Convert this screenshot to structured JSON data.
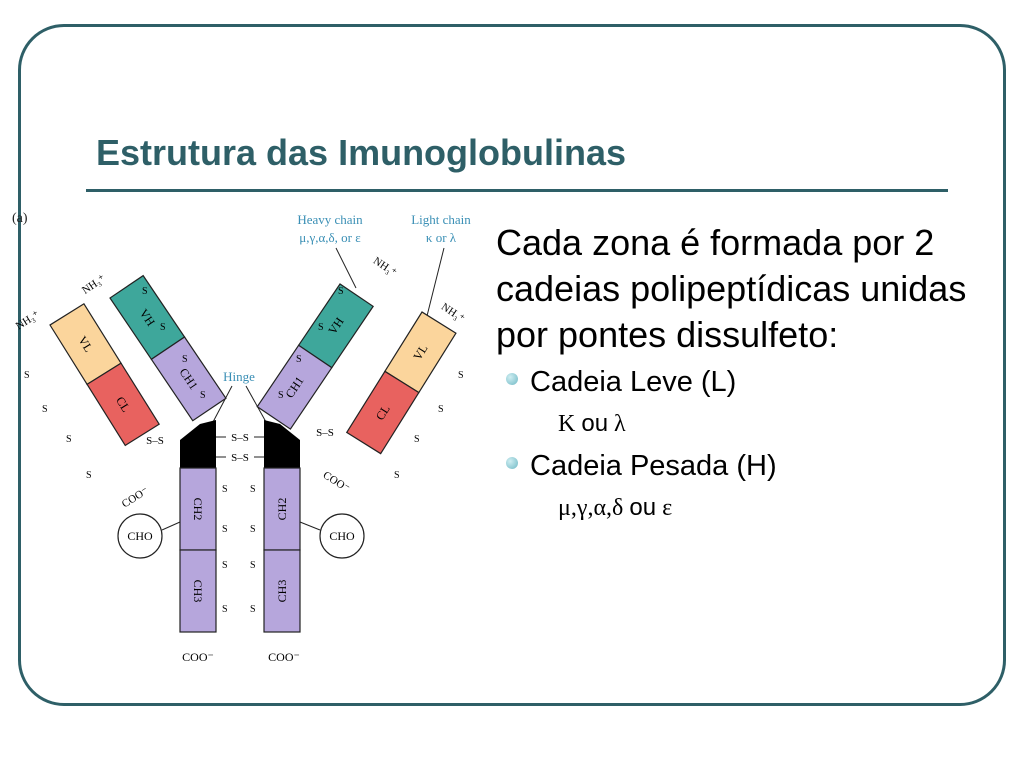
{
  "slide": {
    "title": "Estrutura das Imunoglobulinas",
    "main_text": "Cada zona é formada por 2 cadeias polipeptídicas unidas por pontes dissulfeto:",
    "bullets": [
      {
        "label": "Cadeia Leve (L)",
        "symbols": "Κ",
        "connector": "ou",
        "symbols_after": "λ"
      },
      {
        "label": "Cadeia Pesada (H)",
        "symbols": "μ,γ,α,δ",
        "connector": "ou",
        "symbols_after": "ε"
      }
    ]
  },
  "diagram": {
    "panel_label": "(a)",
    "heavy_chain_label": "Heavy chain",
    "heavy_chain_types": "μ,γ,α,δ, or ε",
    "light_chain_label": "Light chain",
    "light_chain_types": "κ or λ",
    "hinge_label": "Hinge",
    "nh3": "NH₃⁺",
    "coo": "COO⁻",
    "cho": "CHO",
    "ss": "S–S",
    "s": "S",
    "domains": {
      "vl": "VL",
      "cl": "CL",
      "vh": "VH",
      "ch1": "CH1",
      "ch2": "CH2",
      "ch3": "CH3"
    }
  },
  "colors": {
    "frame": "#2e5f67",
    "vl": "#fbd59c",
    "cl": "#e8625f",
    "vh": "#3ea79b",
    "ch": "#b6a6dc",
    "hinge": "#000000",
    "label_blue": "#3a8fb5"
  }
}
